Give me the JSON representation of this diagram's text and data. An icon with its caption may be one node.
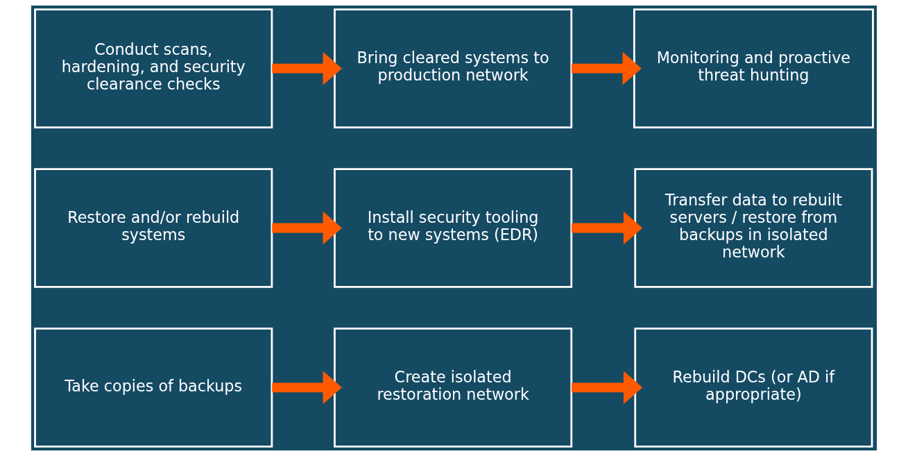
{
  "diagram": {
    "nodes": [
      {
        "text": [
          "Take copies of backups"
        ]
      },
      {
        "text": [
          "Create isolated restoration network"
        ]
      },
      {
        "text": [
          "Rebuild DCs (or AD if appropriate)"
        ]
      },
      {
        "text": [
          "Restore and/or rebuild systems"
        ]
      },
      {
        "text": [
          "Install security tooling to new systems (EDR)"
        ]
      },
      {
        "text": [
          "Transfer data to rebuilt servers / restore from backups in isolated network"
        ]
      },
      {
        "text": [
          "Conduct scans, hardening, and security clearance checks"
        ]
      },
      {
        "text": [
          "Bring cleared systems to production network"
        ]
      },
      {
        "text": [
          "Monitoring and proactive threat hunting"
        ]
      }
    ],
    "edges": [
      {
        "from": 0,
        "to": 1,
        "arrow": "to"
      },
      {
        "from": 1,
        "to": 2,
        "arrow": "to"
      },
      {
        "from": 3,
        "to": 4,
        "arrow": "to"
      },
      {
        "from": 4,
        "to": 5,
        "arrow": "to"
      },
      {
        "from": 6,
        "to": 7,
        "arrow": "to"
      },
      {
        "from": 7,
        "to": 8,
        "arrow": "to"
      }
    ]
  }
}
